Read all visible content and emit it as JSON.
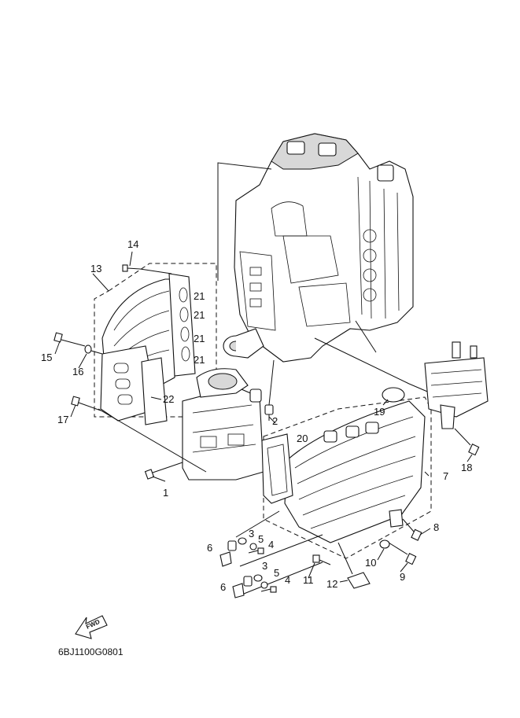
{
  "diagram_code": "6BJ1100G0801",
  "fwd_label": "FWD",
  "callouts": {
    "p1": "1",
    "p2": "2",
    "p3a": "3",
    "p3b": "3",
    "p4a": "4",
    "p4b": "4",
    "p5a": "5",
    "p5b": "5",
    "p6a": "6",
    "p6b": "6",
    "p7": "7",
    "p8": "8",
    "p9": "9",
    "p10": "10",
    "p11": "11",
    "p12": "12",
    "p13": "13",
    "p14": "14",
    "p15": "15",
    "p16": "16",
    "p17": "17",
    "p18": "18",
    "p19": "19",
    "p20": "20",
    "p21a": "21",
    "p21b": "21",
    "p21c": "21",
    "p21d": "21",
    "p22": "22"
  }
}
